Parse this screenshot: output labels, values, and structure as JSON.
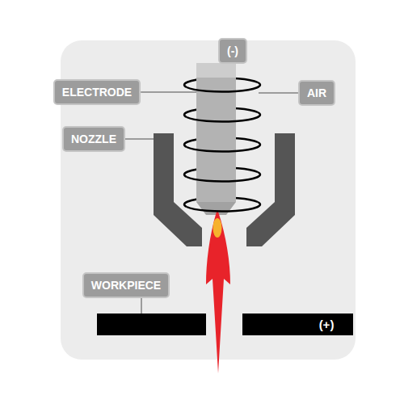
{
  "diagram": {
    "labels": [
      "(-)",
      "ELECTRODE",
      "AIR",
      "NOZZLE",
      "WORKPIECE",
      "(+)"
    ]
  }
}
